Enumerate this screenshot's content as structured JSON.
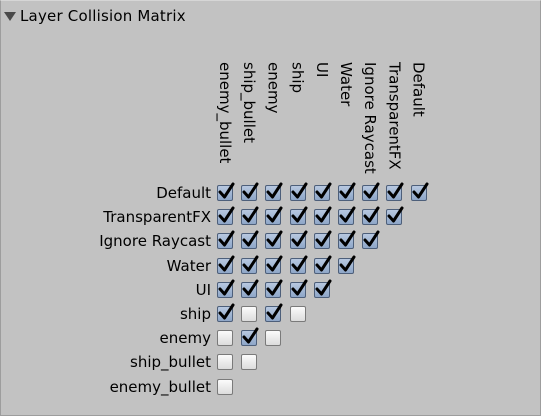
{
  "section": {
    "title": "Layer Collision Matrix",
    "expanded": true
  },
  "columns": [
    "enemy_bullet",
    "ship_bullet",
    "enemy",
    "ship",
    "UI",
    "Water",
    "Ignore Raycast",
    "TransparentFX",
    "Default"
  ],
  "rows": [
    {
      "label": "Default",
      "checks": [
        true,
        true,
        true,
        true,
        true,
        true,
        true,
        true,
        true
      ]
    },
    {
      "label": "TransparentFX",
      "checks": [
        true,
        true,
        true,
        true,
        true,
        true,
        true,
        true
      ]
    },
    {
      "label": "Ignore Raycast",
      "checks": [
        true,
        true,
        true,
        true,
        true,
        true,
        true
      ]
    },
    {
      "label": "Water",
      "checks": [
        true,
        true,
        true,
        true,
        true,
        true
      ]
    },
    {
      "label": "UI",
      "checks": [
        true,
        true,
        true,
        true,
        true
      ]
    },
    {
      "label": "ship",
      "checks": [
        true,
        false,
        true,
        false
      ]
    },
    {
      "label": "enemy",
      "checks": [
        false,
        true,
        false
      ]
    },
    {
      "label": "ship_bullet",
      "checks": [
        false,
        false
      ]
    },
    {
      "label": "enemy_bullet",
      "checks": [
        false
      ]
    }
  ],
  "colors": {
    "panel_background": "#c2c2c2",
    "checkbox_checked": "#9fb4d3",
    "checkbox_unchecked": "#e8e8e8",
    "checkmark": "#000000"
  }
}
